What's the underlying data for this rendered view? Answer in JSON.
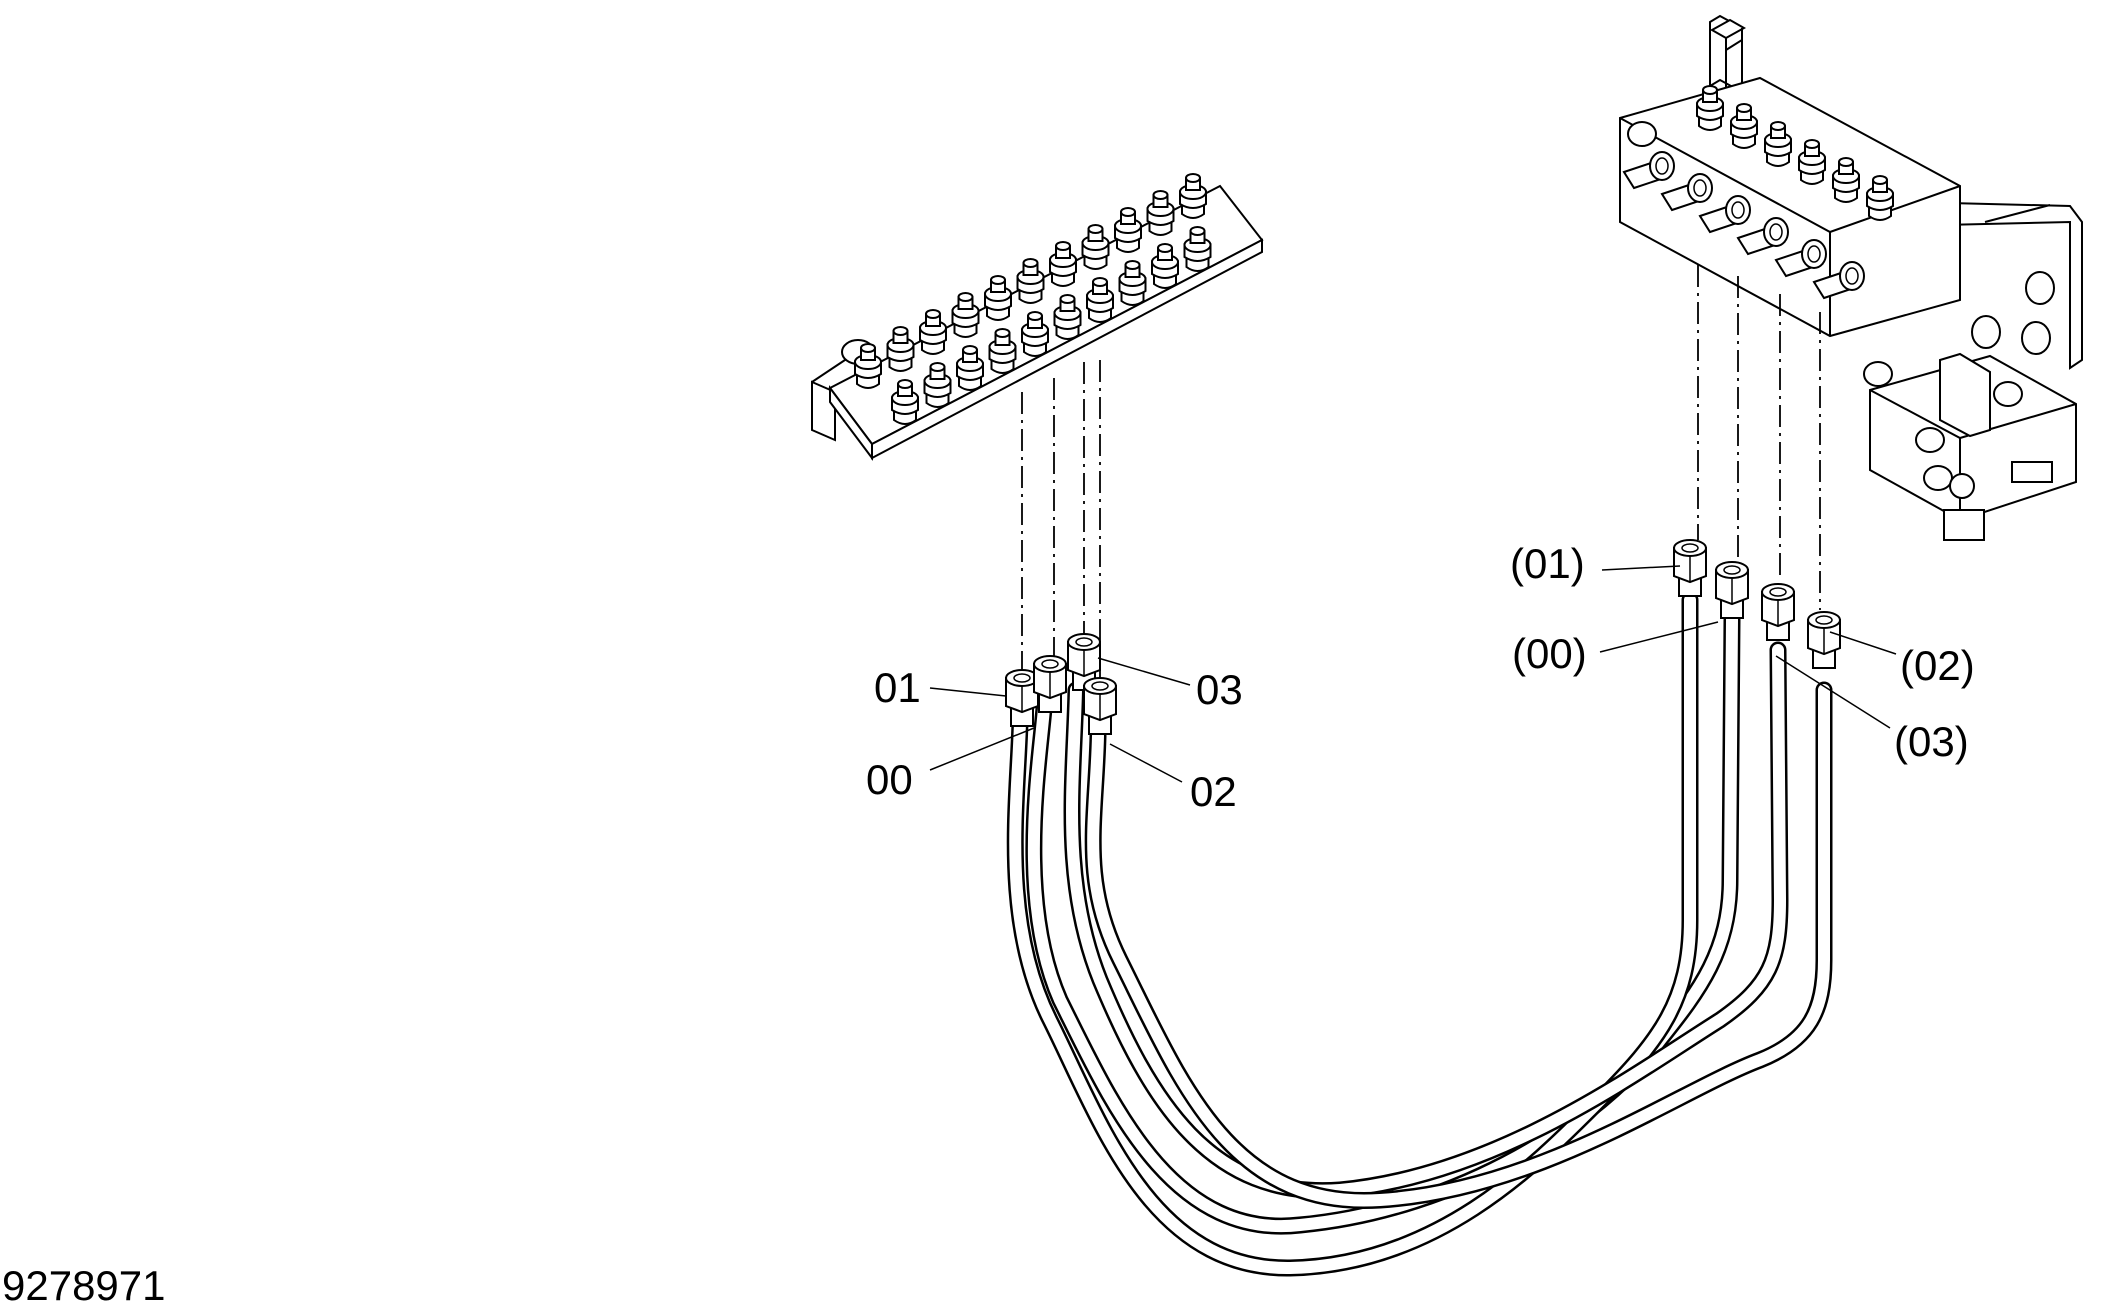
{
  "document_number": "9278971",
  "callouts_left": {
    "c01": "01",
    "c00": "00",
    "c03": "03",
    "c02": "02"
  },
  "callouts_right": {
    "c01": "(01)",
    "c00": "(00)",
    "c02": "(02)",
    "c03": "(03)"
  }
}
